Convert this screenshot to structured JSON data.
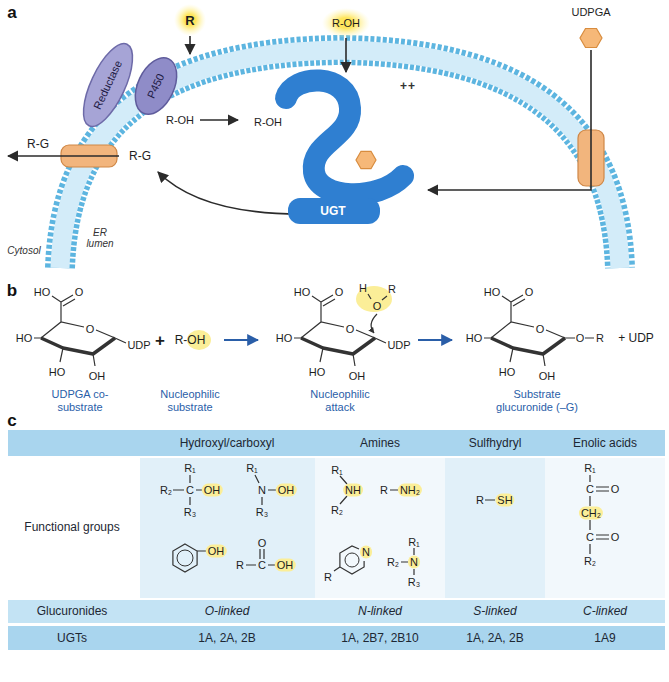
{
  "diagram": {
    "nodes": [
      {
        "text": [
          "R"
        ]
      },
      {
        "text": [
          "Reductase"
        ]
      },
      {
        "text": [
          "P450",
          "R-OH"
        ]
      },
      {
        "text": [
          "R-OH"
        ]
      },
      {
        "text": [
          "R-OH",
          "UGT"
        ]
      },
      {
        "text": [
          "UDPGA"
        ]
      }
    ],
    "edges": [
      {
        "from": 0,
        "to": 2,
        "arrow": "to"
      },
      {
        "from": 2,
        "to": 4,
        "arrow": "to"
      },
      {
        "from": 3,
        "to": 4,
        "arrow": "to"
      },
      {
        "from": 5,
        "to": 4,
        "arrow": "to"
      }
    ],
    "labels": [
      "a",
      "Cytosol",
      "ER lumen",
      "R-G",
      "R-G",
      "++",
      "b",
      "HO",
      "O",
      "HO",
      "O",
      "HO",
      "OH",
      "UDP",
      "UDPGA co-substrate",
      "+",
      "R-OH",
      "Nucleophilic substrate",
      "H",
      "O",
      "R",
      "HO",
      "O",
      "HO",
      "O",
      "HO",
      "OH",
      "UDP",
      "Nucleophilic attack",
      "HO",
      "O",
      "HO",
      "O",
      "HO",
      "OH",
      "O",
      "R",
      "+ UDP",
      "Substrate glucuronide (–G)",
      "c",
      "Hydroxyl/carboxyl",
      "Amines",
      "Sulfhydryl",
      "Enolic acids",
      "Functional groups",
      "R₁",
      "R₂",
      "C",
      "OH",
      "R₃",
      "R₁",
      "N",
      "OH",
      "R₃",
      "OH",
      "R",
      "C",
      "O",
      "OH",
      "R₁",
      "NH",
      "R₂",
      "R",
      "NH₂",
      "N",
      "R",
      "R₁",
      "R₂",
      "N",
      "R₃",
      "R",
      "SH",
      "R₁",
      "C",
      "O",
      "CH₂",
      "C",
      "O",
      "R₂",
      "Glucuronides",
      "O-linked",
      "N-linked",
      "S-linked",
      "C-linked",
      "UGTs",
      "1A, 2A, 2B",
      "1A, 2B7, 2B10",
      "1A, 2A, 2B",
      "1A9"
    ]
  }
}
